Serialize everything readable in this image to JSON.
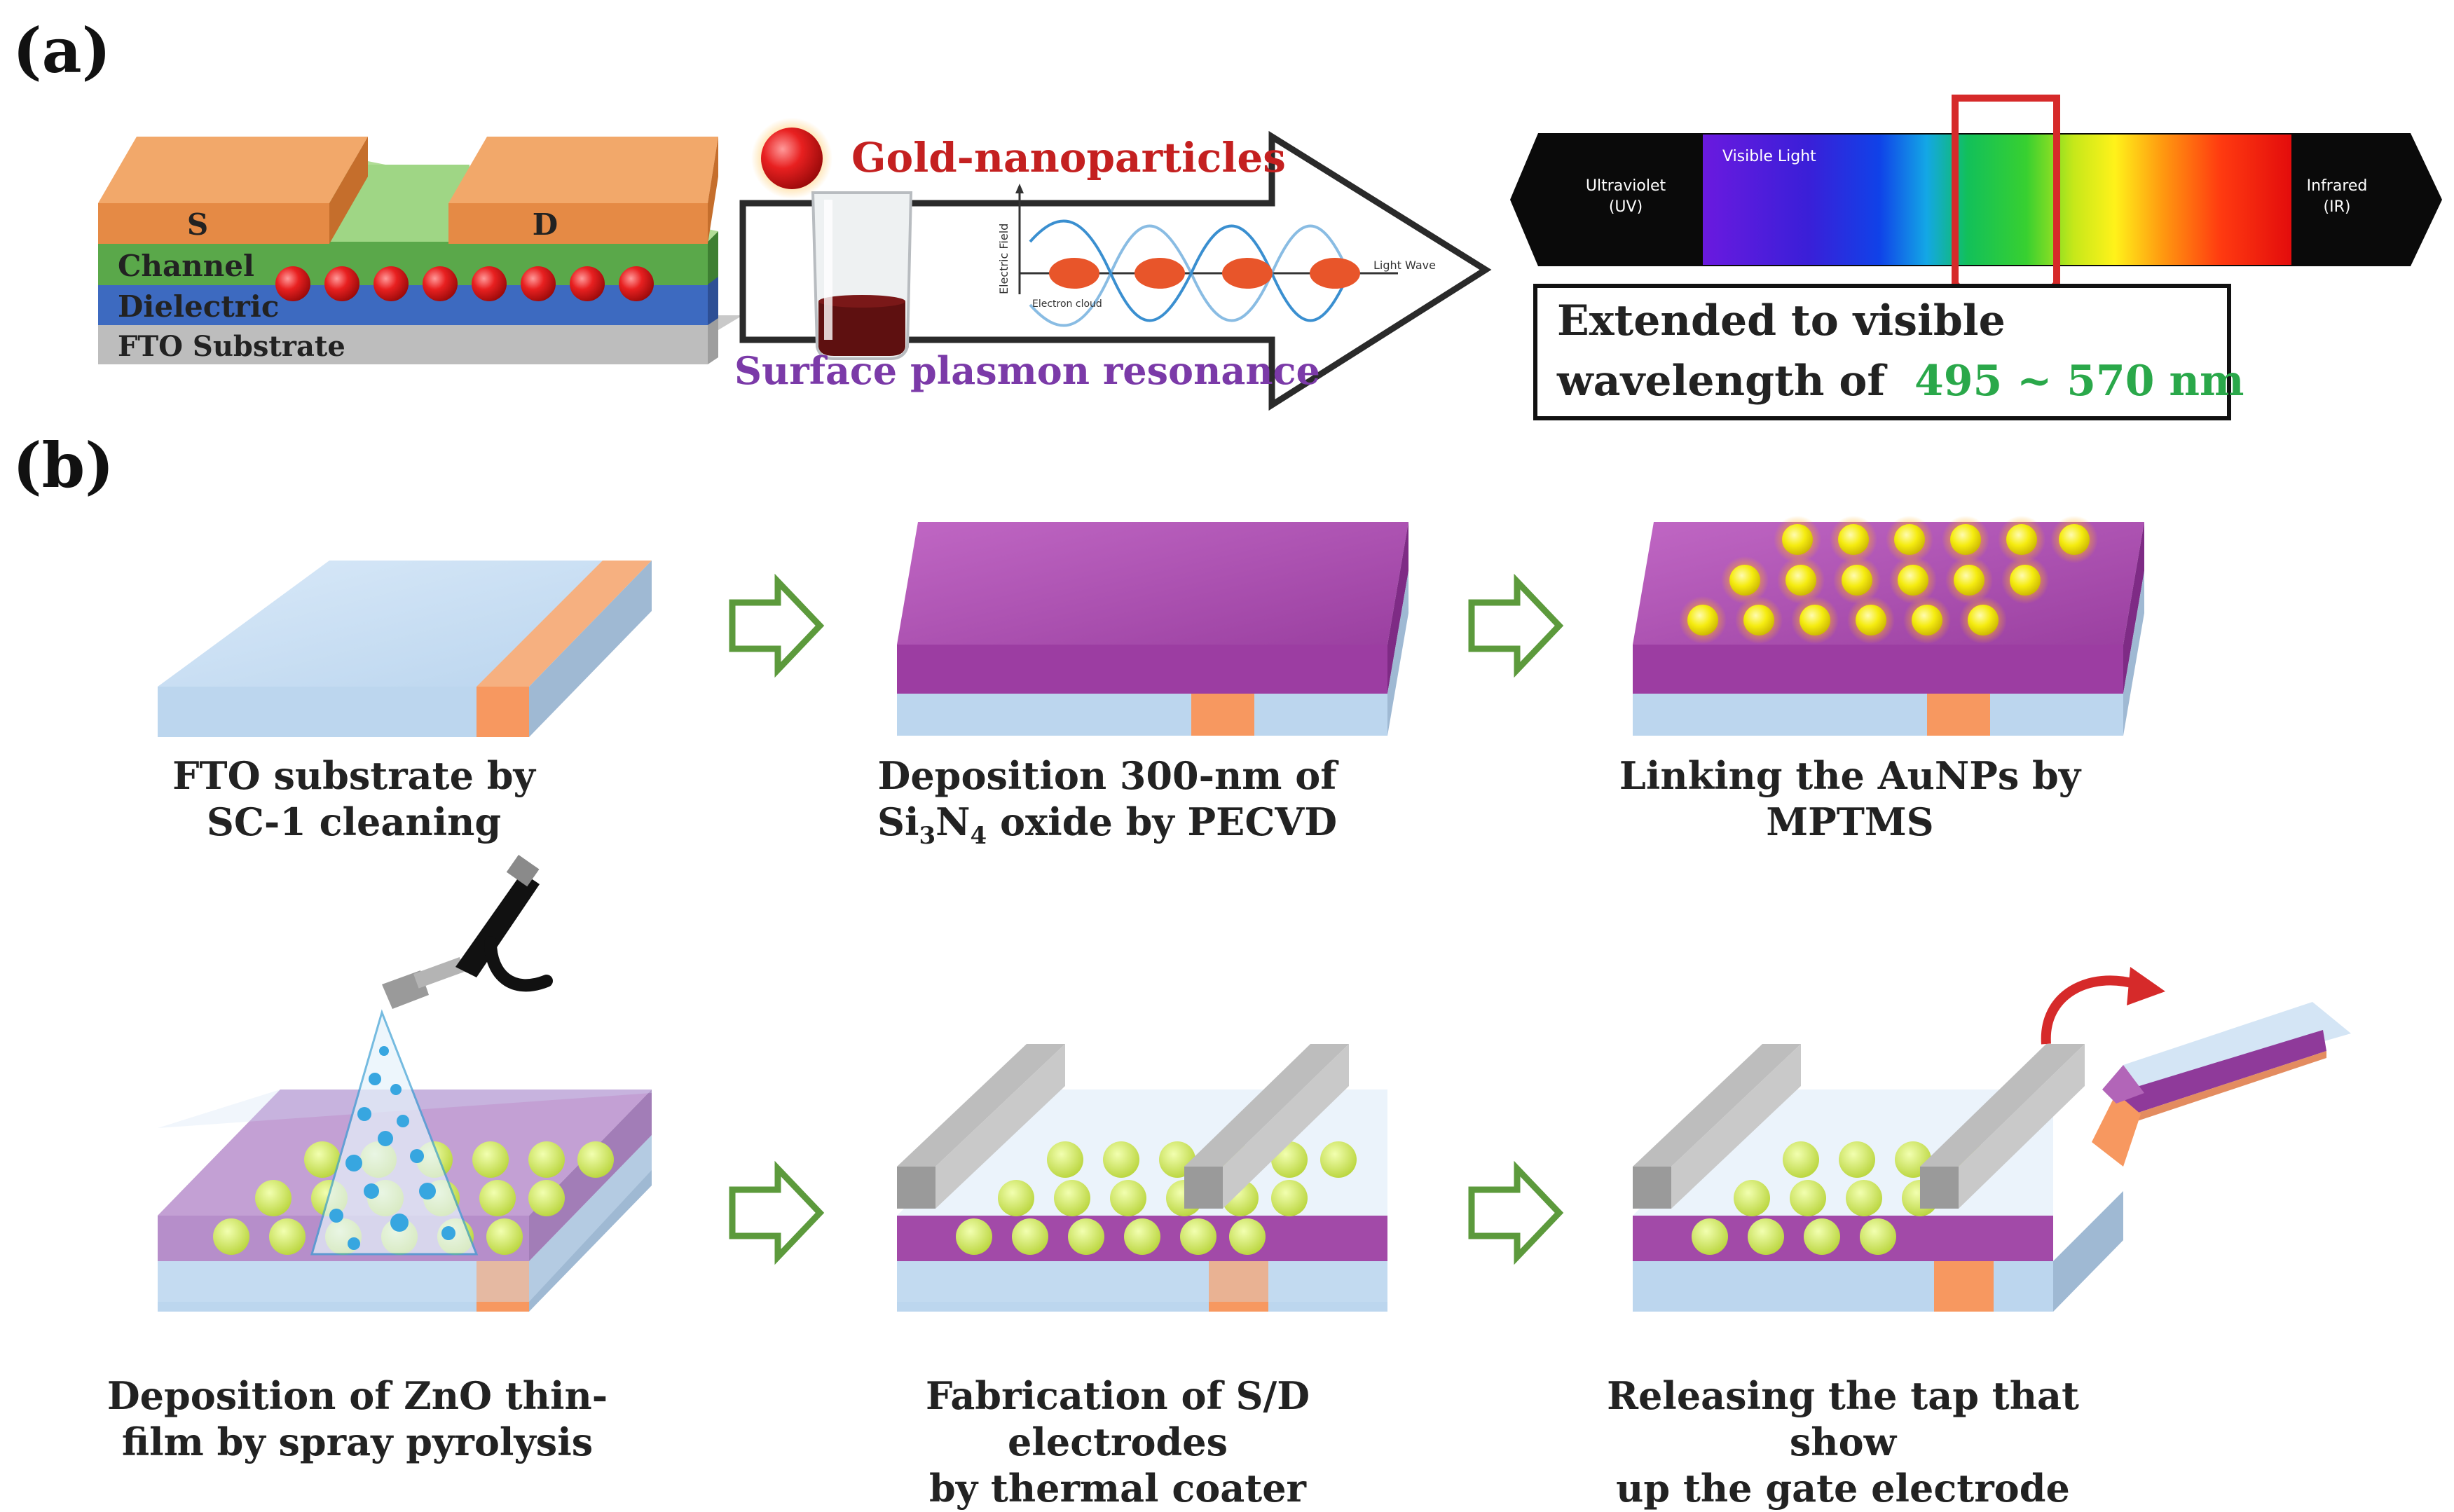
{
  "panels": {
    "a": "(a)",
    "b": "(b)"
  },
  "device": {
    "source": "S",
    "drain": "D",
    "channel": "Channel",
    "dielectric": "Dielectric",
    "substrate": "FTO Substrate"
  },
  "plasmon": {
    "gold_label": "Gold-nanoparticles",
    "spr_label": "Surface plasmon resonance",
    "axis_electric": "Electric Field",
    "electron_cloud": "Electron cloud",
    "light_wave": "Light Wave"
  },
  "spectrum": {
    "uv_line1": "Ultraviolet",
    "uv_line2": "(UV)",
    "visible": "Visible Light",
    "ir_line1": "Infrared",
    "ir_line2": "(IR)"
  },
  "extended": {
    "line1": "Extended to visible",
    "line2_prefix": "wavelength of",
    "range": "495 ~ 570 nm"
  },
  "steps": {
    "s1_l1": "FTO substrate by",
    "s1_l2": "SC-1 cleaning",
    "s2_l1": "Deposition 300-nm of",
    "s2_l2_pre": "Si",
    "s2_l2_sub1": "3",
    "s2_l2_mid": "N",
    "s2_l2_sub2": "4",
    "s2_l2_post": " oxide by PECVD",
    "s3_l1": "Linking the AuNPs by",
    "s3_l2": "MPTMS",
    "s4_l1": "Deposition of ZnO thin-",
    "s4_l2": "film by spray pyrolysis",
    "s5_l1": "Fabrication of S/D electrodes",
    "s5_l2": "by thermal coater",
    "s6_l1": "Releasing the tap that show",
    "s6_l2": "up the gate electrode"
  },
  "colors": {
    "gold_np": "#e02020",
    "aunp": "#f2ea14",
    "purple": "#a24aa8",
    "substrate": "#bcd6ee",
    "orange_contact": "#f79860",
    "electrode": "#a8a8a8",
    "arrow_green": "#5c9a3c",
    "highlight": "#d62a2a",
    "range_green": "#2aa84a"
  }
}
